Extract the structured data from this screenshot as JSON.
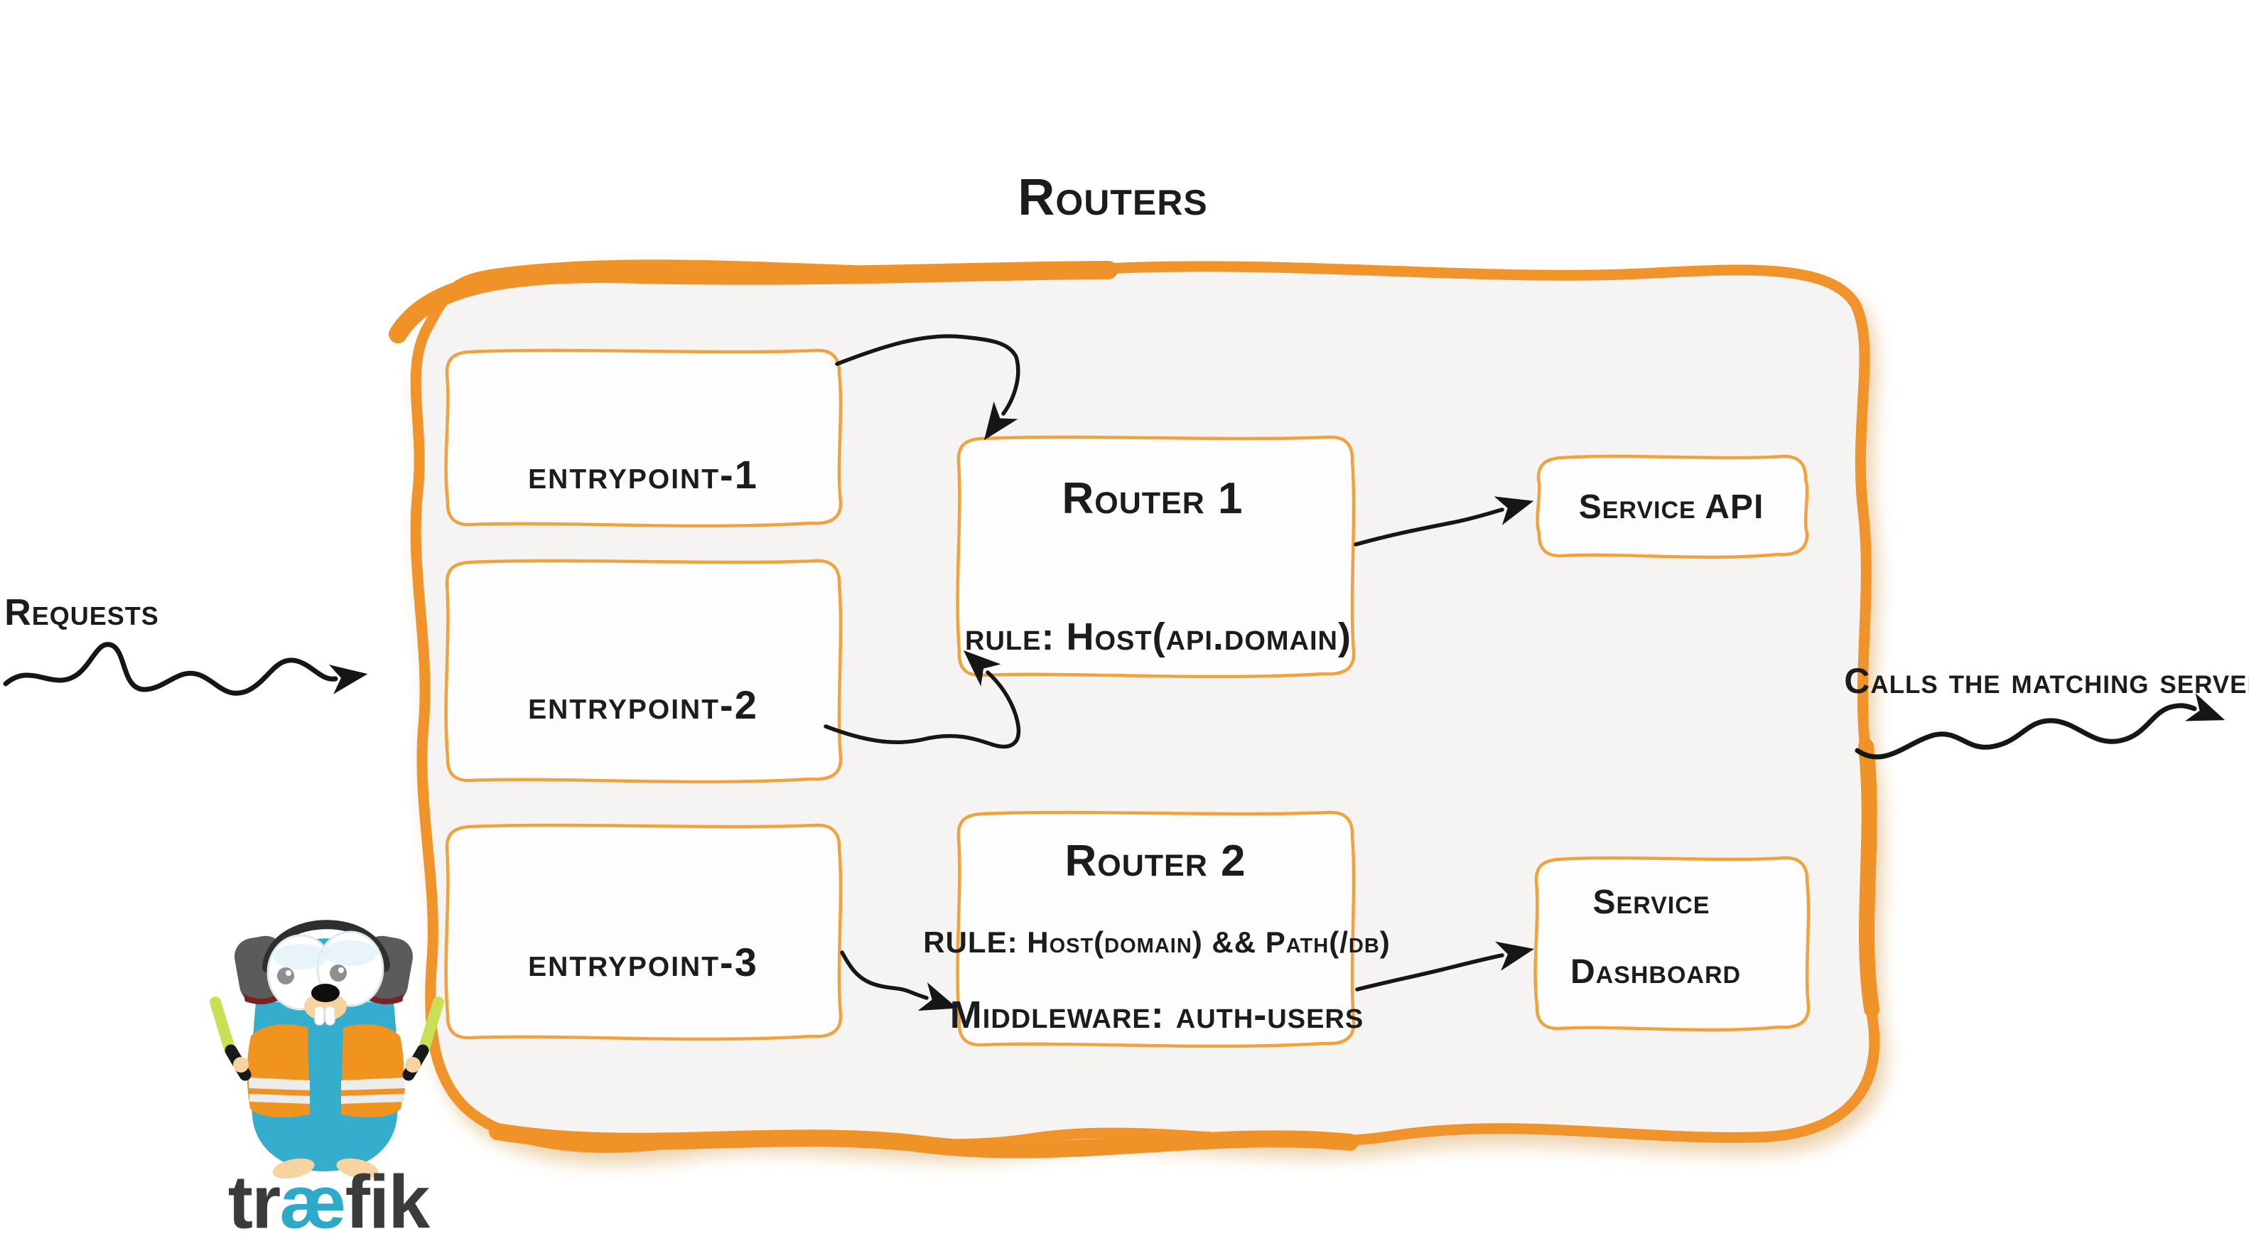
{
  "title": "Routers",
  "outside": {
    "requests": "Requests",
    "calls": "Calls the matching server"
  },
  "entrypoints": [
    {
      "label": "entrypoint-1"
    },
    {
      "label": "entrypoint-2"
    },
    {
      "label": "entrypoint-3"
    }
  ],
  "routers": [
    {
      "title": "Router 1",
      "rule": "rule: Host(api.domain)"
    },
    {
      "title": "Router 2",
      "rule": "RULE: Host(domain) && Path(/db)",
      "middleware": "Middleware: auth-users"
    }
  ],
  "services": [
    {
      "lines": [
        "Service API"
      ]
    },
    {
      "lines": [
        "Service",
        "Dashboard"
      ]
    }
  ],
  "logo": {
    "t1": "tr",
    "t2": "æ",
    "t3": "fik"
  },
  "colors": {
    "container_border": "#ef9329",
    "box_border": "#f1a23f",
    "container_fill": "#f5f4f2",
    "arrow": "#161616",
    "text": "#1c1c1c",
    "logo_dark": "#3b3b3b",
    "logo_teal": "#2da9c9",
    "gopher_teal": "#35adcc",
    "vest_orange": "#f0941f",
    "baton_green": "#c9df56",
    "skin_peach": "#f6d39f"
  }
}
